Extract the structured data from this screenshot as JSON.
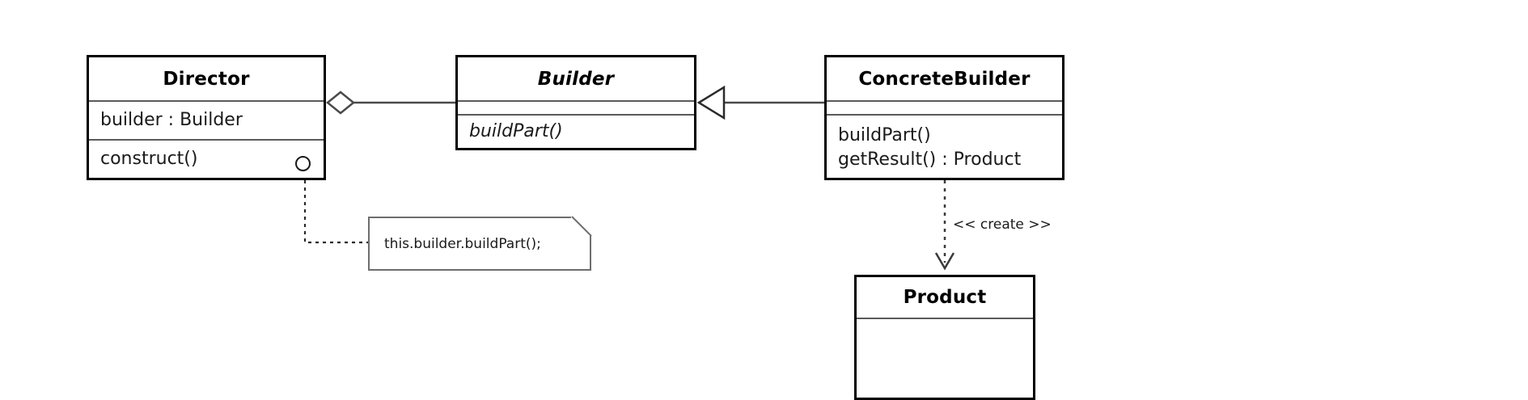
{
  "diagram": {
    "kind": "uml-class-diagram",
    "pattern": "Builder",
    "background": "#ffffff",
    "stroke": "#000000",
    "compartment_rule": "#5a5a5a",
    "note_stroke": "#6e6e6e"
  },
  "classes": {
    "director": {
      "name": "Director",
      "abstract": false,
      "attributes": [
        "builder : Builder"
      ],
      "operations": [
        "construct()"
      ]
    },
    "builder": {
      "name": "Builder",
      "abstract": true,
      "attributes": [],
      "operations": [
        "buildPart()"
      ]
    },
    "concrete_builder": {
      "name": "ConcreteBuilder",
      "abstract": false,
      "attributes": [],
      "operations": [
        "buildPart()",
        "getResult() : Product"
      ]
    },
    "product": {
      "name": "Product",
      "abstract": false,
      "attributes": [],
      "operations": []
    }
  },
  "notes": {
    "builder_call": {
      "text": "this.builder.buildPart();"
    }
  },
  "relationships": {
    "aggregation": {
      "from": "Director",
      "to": "Builder",
      "marker": "hollow-diamond",
      "label": ""
    },
    "generalization": {
      "from": "ConcreteBuilder",
      "to": "Builder",
      "marker": "hollow-triangle",
      "label": ""
    },
    "create_dependency": {
      "from": "ConcreteBuilder",
      "to": "Product",
      "marker": "open-arrow",
      "style": "dashed",
      "label": "<< create >>"
    },
    "note_link": {
      "from": "Director.construct()",
      "to": "builder_call",
      "style": "dashed",
      "marker": "circle-port"
    }
  }
}
